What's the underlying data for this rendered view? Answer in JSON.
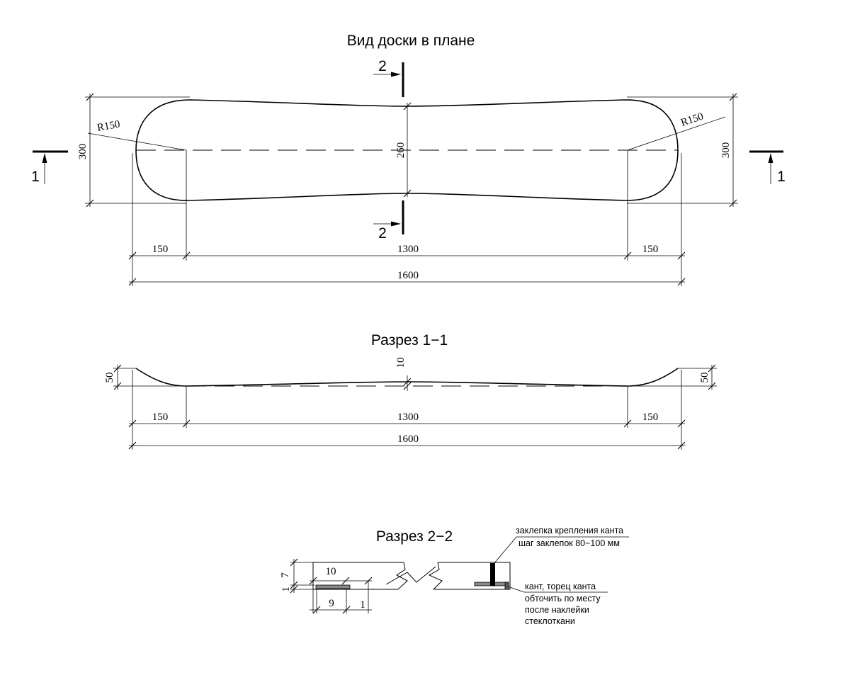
{
  "titles": {
    "plan": "Вид доски в плане",
    "section11": "Разрез 1−1",
    "section22": "Разрез 2−2"
  },
  "plan": {
    "width_left": "300",
    "width_mid": "260",
    "width_right": "300",
    "radius_left": "R150",
    "radius_right": "R150",
    "len_left": "150",
    "len_mid": "1300",
    "len_right": "150",
    "len_total": "1600",
    "cut1_left": "1",
    "cut1_right": "1",
    "cut2_top": "2",
    "cut2_bottom": "2"
  },
  "section11": {
    "rise_left": "50",
    "rise_right": "50",
    "camber": "10",
    "len_left": "150",
    "len_mid": "1300",
    "len_right": "150",
    "len_total": "1600"
  },
  "section22": {
    "thickness": "7",
    "edge_thickness": "1",
    "edge_width": "10",
    "edge_inner": "9",
    "edge_step": "1",
    "note_rivet_1": "заклепка крепления канта",
    "note_rivet_2": "шаг заклепок  80−100 мм",
    "note_edge_1": "кант, торец канта",
    "note_edge_2": "обточить по месту",
    "note_edge_3": "после наклейки",
    "note_edge_4": "стеклоткани"
  }
}
